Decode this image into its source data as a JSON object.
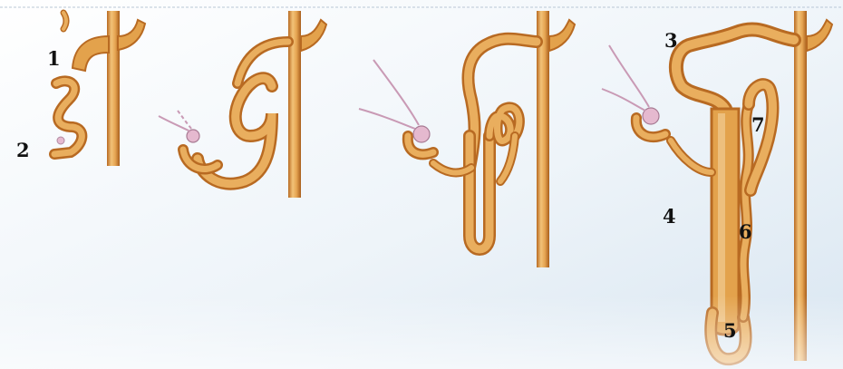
{
  "labels": {
    "l1": "1",
    "l2": "2",
    "l3": "3",
    "l4": "4",
    "l5": "5",
    "l6": "6",
    "l7": "7"
  },
  "colors": {
    "tubule_fill": "#e3a24c",
    "tubule_outline": "#b86a22",
    "tubule_highlight": "#f6d7a6",
    "glomerulus": "#e5b9cf",
    "background_top": "#ffffff",
    "background_bottom": "#dbe8f2"
  },
  "stages": [
    {
      "name": "stage-1"
    },
    {
      "name": "stage-2"
    },
    {
      "name": "stage-3"
    },
    {
      "name": "stage-4"
    }
  ]
}
